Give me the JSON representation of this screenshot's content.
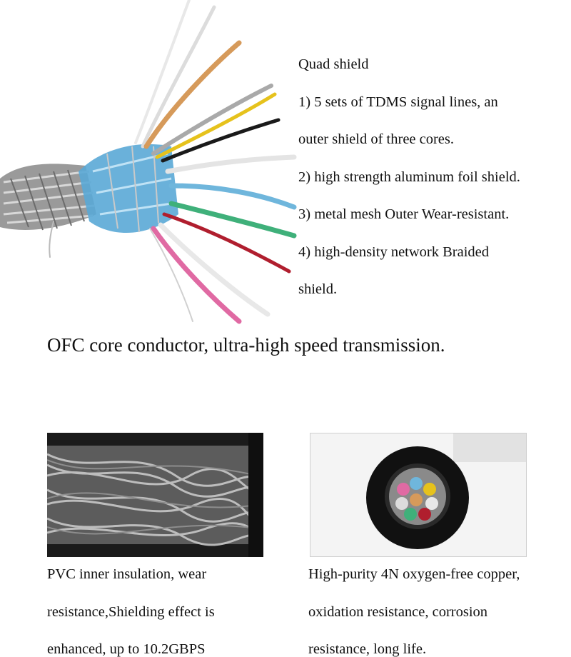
{
  "specs": {
    "lines": [
      "Quad shield",
      "1) 5 sets of TDMS signal lines, an",
      "outer shield of three cores.",
      "2) high strength aluminum foil shield.",
      "3) metal mesh Outer Wear-resistant.",
      "4) high-density network Braided",
      "shield."
    ]
  },
  "headline": "OFC core conductor, ultra-high speed transmission.",
  "captions": {
    "left": [
      "PVC inner insulation, wear",
      "resistance,Shielding effect is",
      "enhanced, up to 10.2GBPS"
    ],
    "right": [
      "High-purity 4N oxygen-free copper,",
      "oxidation resistance, corrosion",
      "resistance, long life."
    ]
  },
  "colors": {
    "foil": "#5aa9d6",
    "wire_orange": "#d69a5a",
    "wire_yellow": "#e6c21c",
    "wire_black": "#1a1a1a",
    "wire_green": "#3fb07a",
    "wire_red": "#b01e2e",
    "wire_pink": "#e06aa3",
    "wire_blue": "#6fb6dc",
    "wire_white": "#e8e8e8"
  }
}
